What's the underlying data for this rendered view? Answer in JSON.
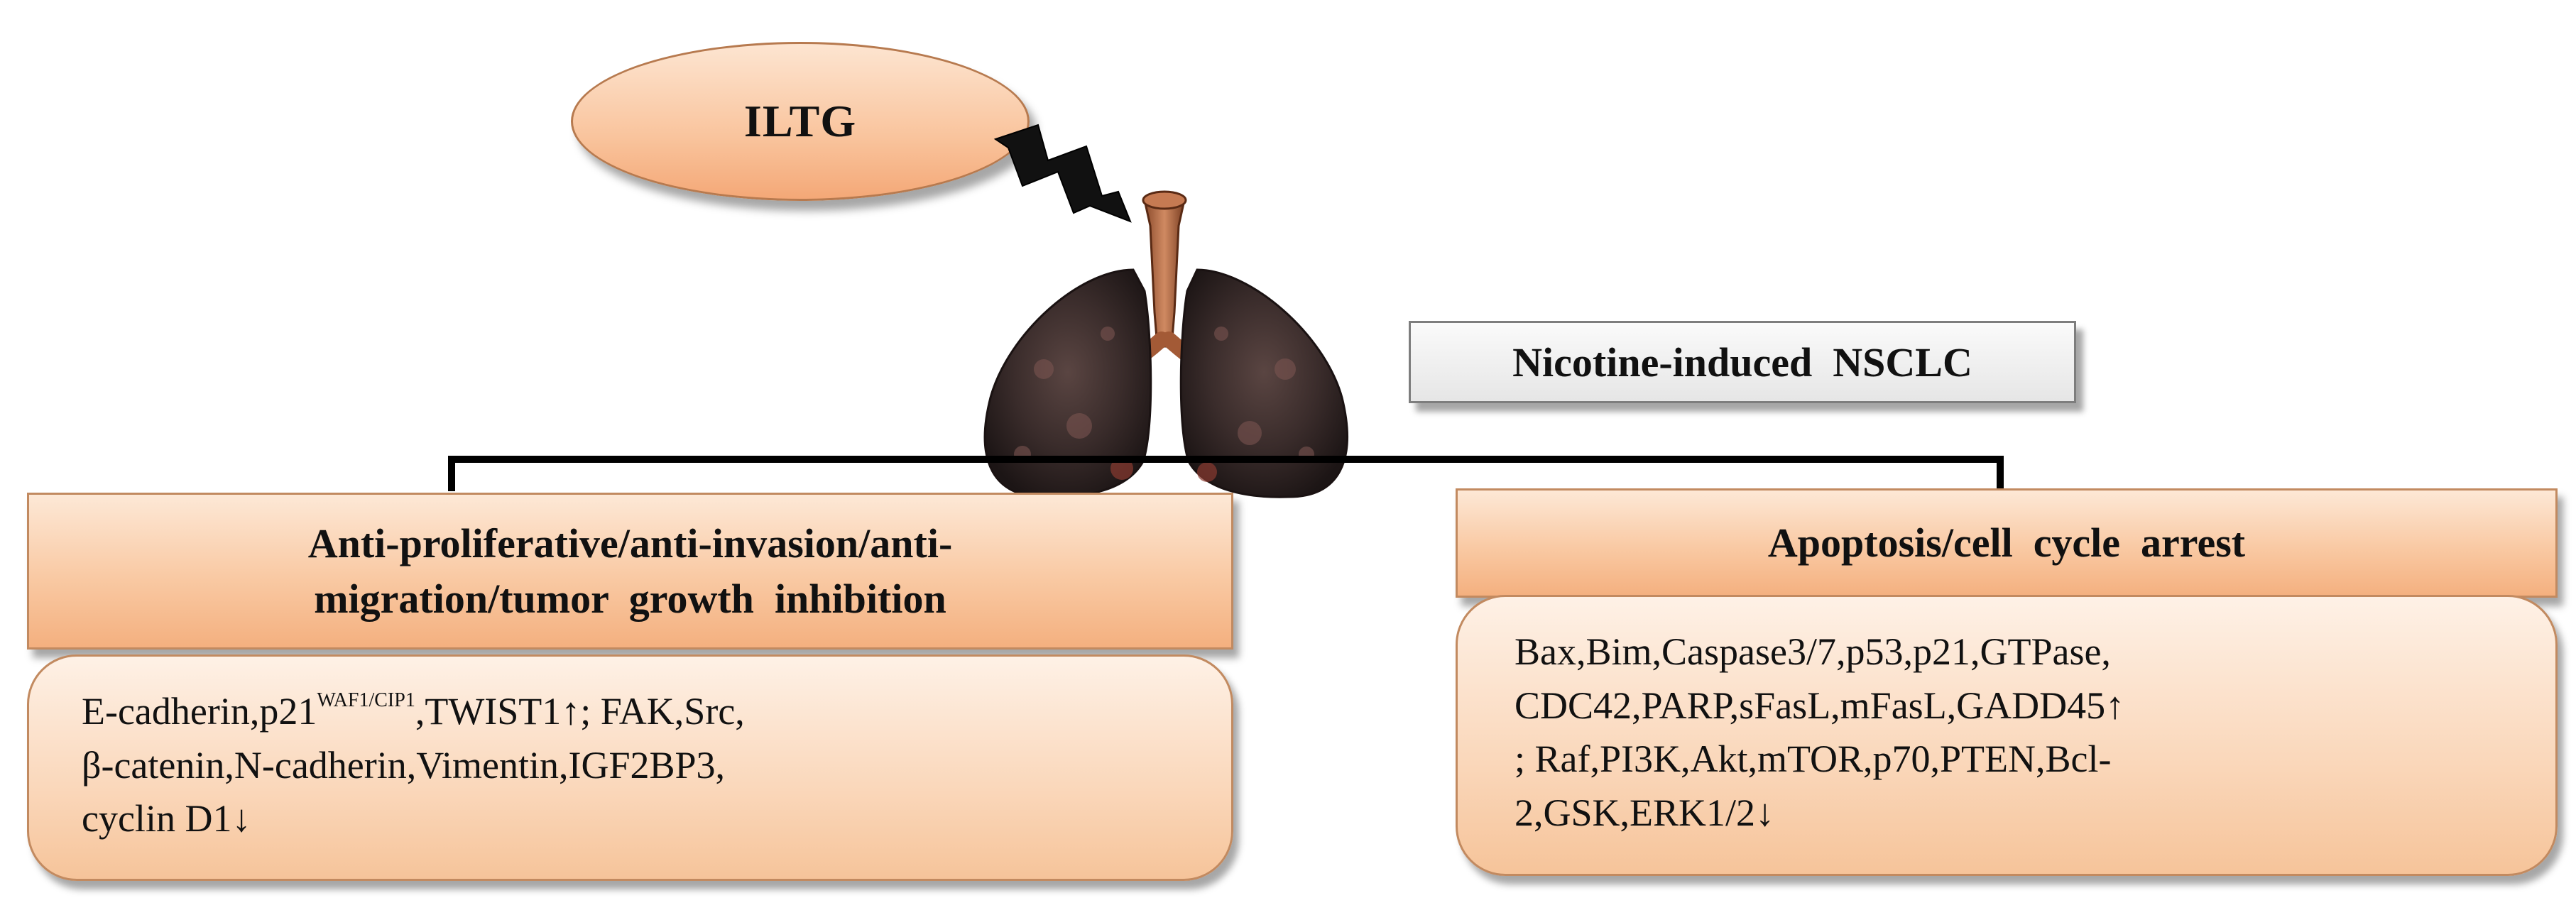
{
  "iltg": {
    "label": "ILTG"
  },
  "condition": {
    "label": "Nicotine-induced  NSCLC"
  },
  "left_panel": {
    "header_line1": "Anti-proliferative/anti-invasion/anti-",
    "header_line2": "migration/tumor  growth  inhibition",
    "line1_prefix": "E-cadherin,p21",
    "line1_superscript": "WAF1/CIP1",
    "line1_suffix": ",TWIST1↑; FAK,Src,",
    "line2": "β-catenin,N-cadherin,Vimentin,IGF2BP3,",
    "line3": "cyclin D1↓"
  },
  "right_panel": {
    "header": "Apoptosis/cell  cycle  arrest",
    "line1": "Bax,Bim,Caspase3/7,p53,p21,GTPase,",
    "line2": "CDC42,PARP,sFasL,mFasL,GADD45↑",
    "line3": "; Raf,PI3K,Akt,mTOR,p70,PTEN,Bcl-",
    "line4": "2,GSK,ERK1/2↓"
  },
  "colors": {
    "accent_fill": "#f9c49d",
    "accent_border": "#c28a60",
    "grey_fill": "#e6e6e6",
    "connector": "#000000"
  },
  "icons": [
    "lightning-bolt-icon",
    "lungs-icon"
  ]
}
